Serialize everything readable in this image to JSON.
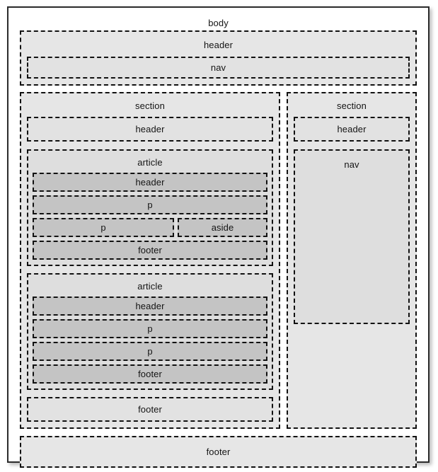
{
  "diagram": {
    "title": "body",
    "type": "html5-semantic-layout",
    "body": {
      "label": "body",
      "header": {
        "label": "header",
        "nav": {
          "label": "nav"
        }
      },
      "main_section": {
        "label": "section",
        "header": {
          "label": "header"
        },
        "articles": [
          {
            "label": "article",
            "children": [
              {
                "label": "header",
                "tag": "header"
              },
              {
                "label": "p",
                "tag": "p"
              },
              {
                "label": "p",
                "tag": "p",
                "split": "left"
              },
              {
                "label": "aside",
                "tag": "aside",
                "split": "right"
              },
              {
                "label": "footer",
                "tag": "footer"
              }
            ]
          },
          {
            "label": "article",
            "children": [
              {
                "label": "header",
                "tag": "header"
              },
              {
                "label": "p",
                "tag": "p"
              },
              {
                "label": "p",
                "tag": "p"
              },
              {
                "label": "footer",
                "tag": "footer"
              }
            ]
          }
        ],
        "footer": {
          "label": "footer"
        }
      },
      "side_section": {
        "label": "section",
        "header": {
          "label": "header"
        },
        "nav": {
          "label": "nav"
        }
      },
      "footer": {
        "label": "footer"
      }
    },
    "colors": {
      "frame_border": "#2b2b2b",
      "dashed_border": "#111111",
      "page_background": "#ffffff",
      "level1_fill": "#e6e6e6",
      "level2_fill": "#e2e2e2",
      "level3_fill": "#dedede",
      "level4_fill": "#c4c4c4",
      "text": "#141414"
    }
  }
}
